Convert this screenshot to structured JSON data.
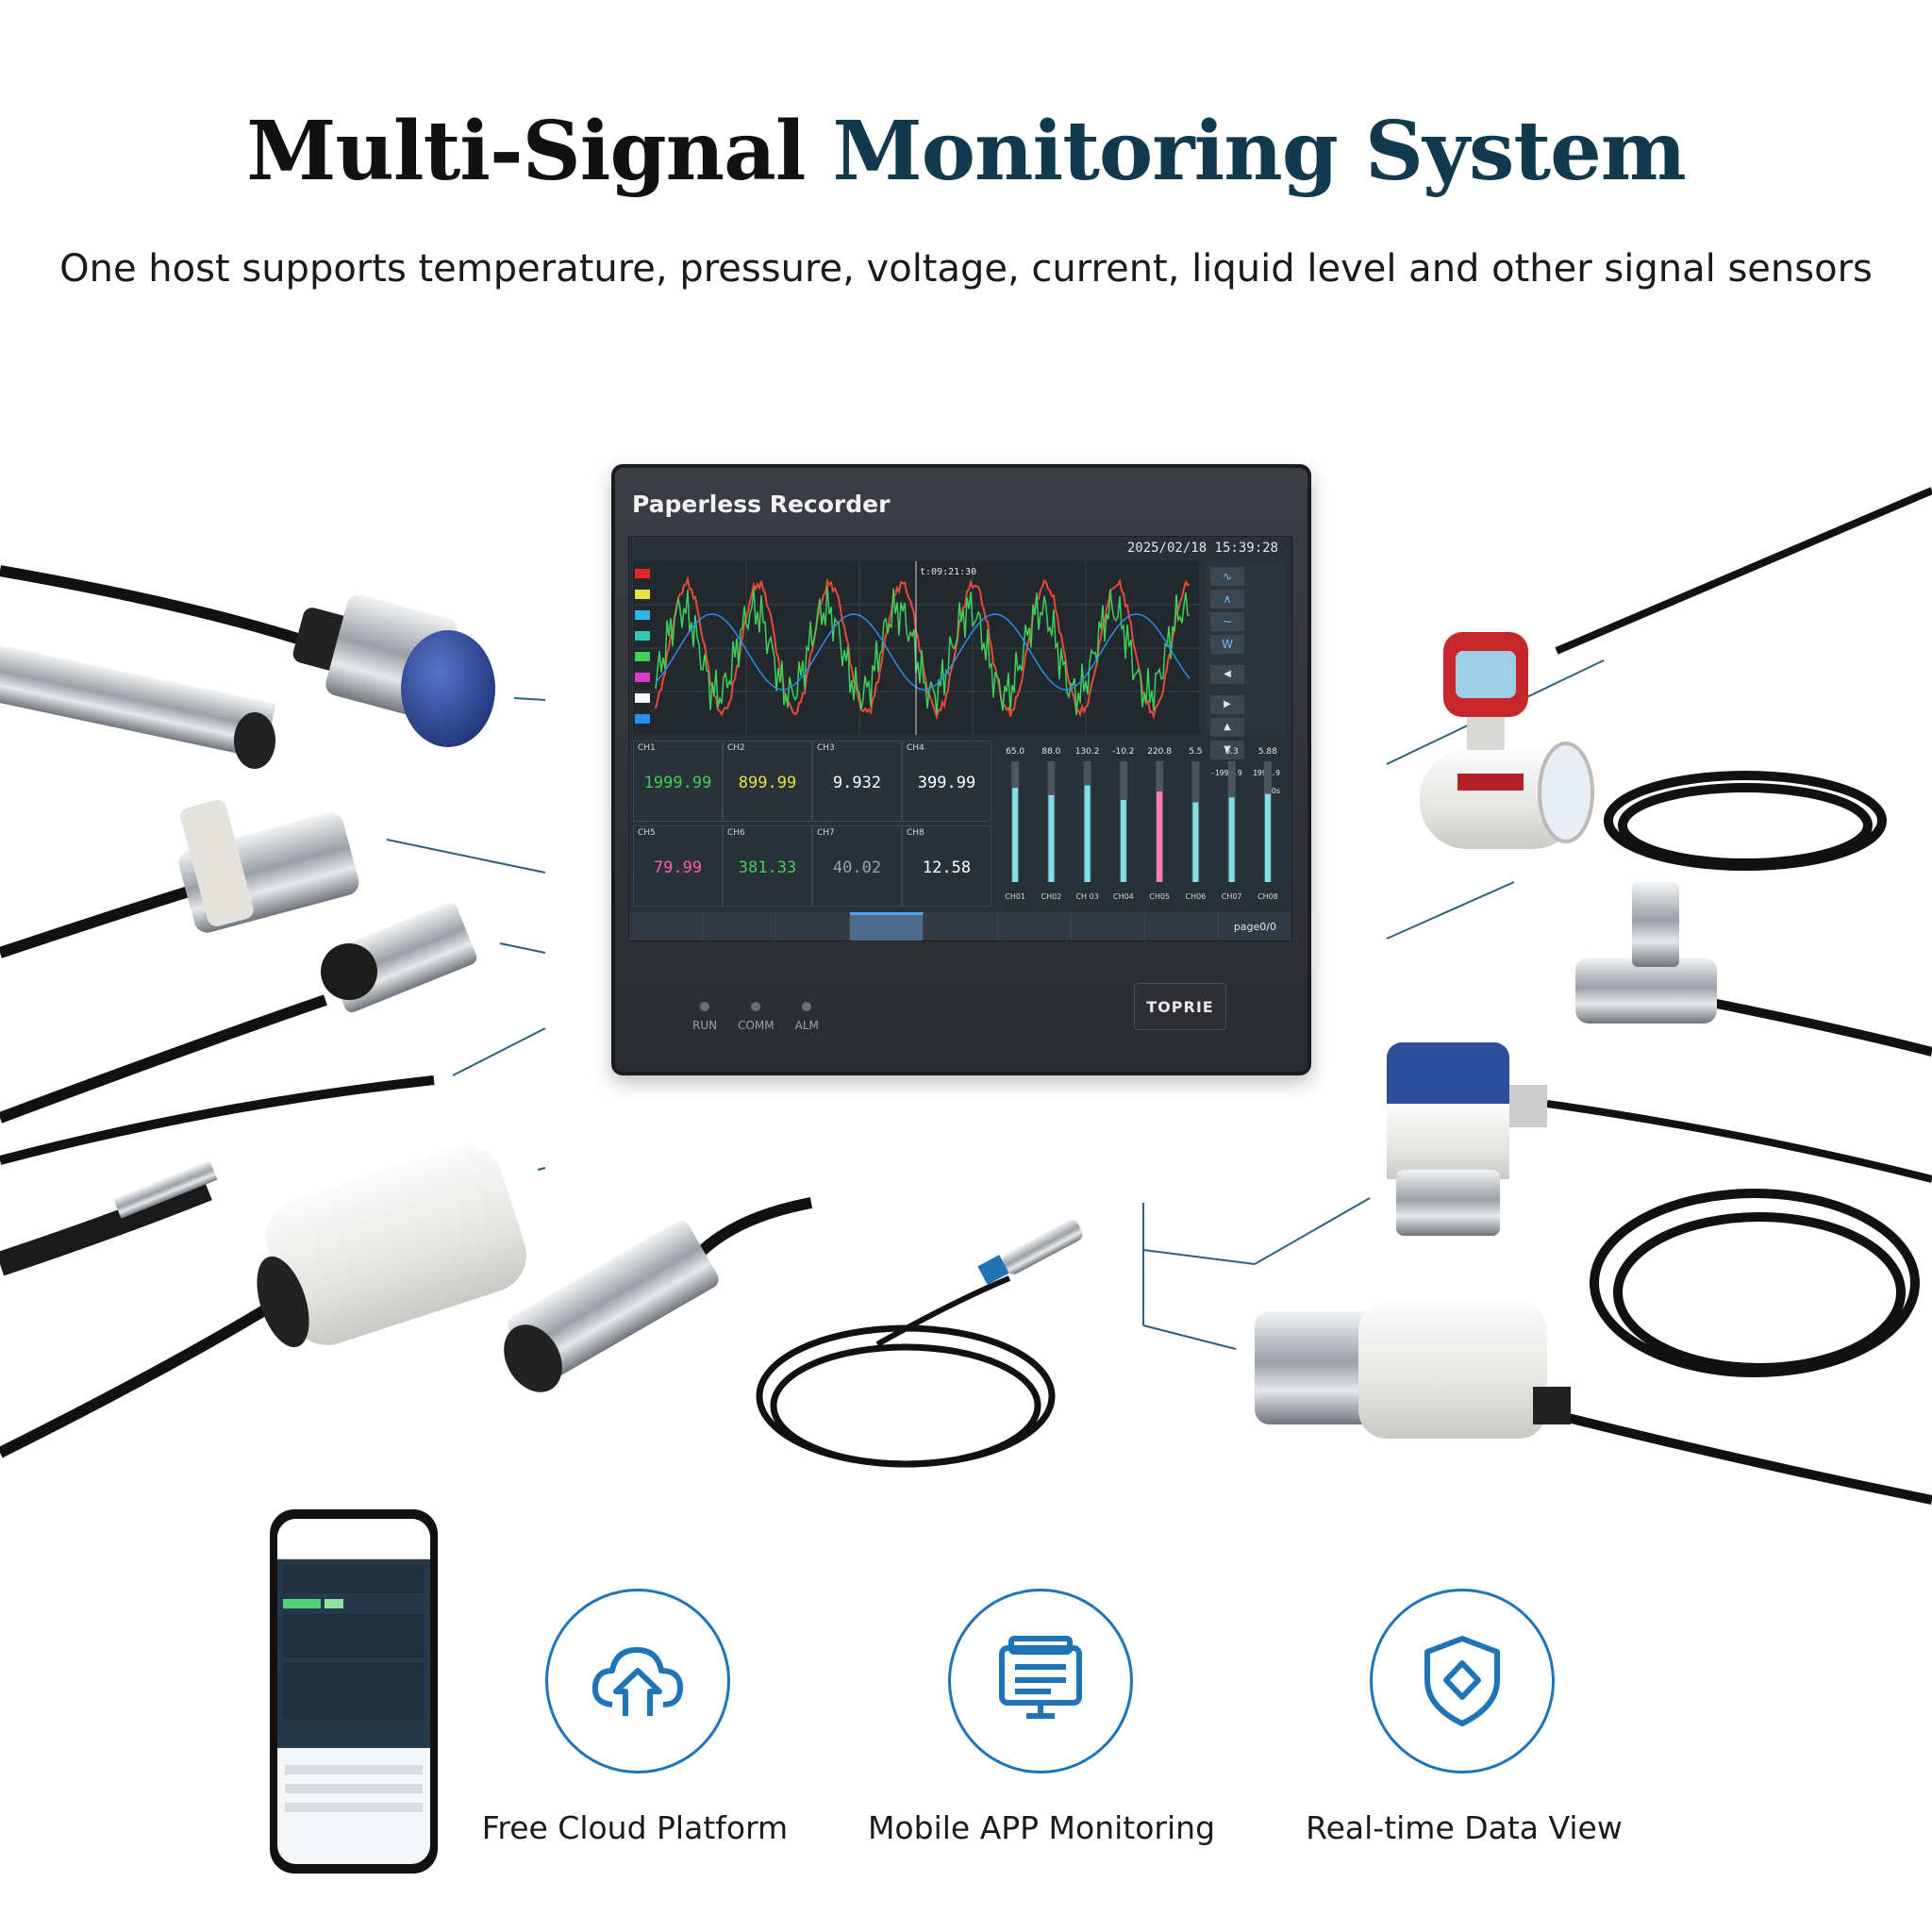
{
  "header": {
    "title_part1": "Multi-Signal",
    "title_part2": "Monitoring System",
    "subtitle": "One host supports temperature, pressure, voltage, current, liquid level and other signal sensors"
  },
  "recorder": {
    "title": "Paperless Recorder",
    "datetime": "2025/02/18 15:39:28",
    "cursor_time": "t:09:21:30",
    "brand": "TOPRIE",
    "leds": [
      "RUN",
      "COMM",
      "ALM"
    ],
    "channels_top": [
      {
        "ch": "CH1",
        "value": "1999.99",
        "color": "#3ecf5a"
      },
      {
        "ch": "CH2",
        "value": "899.99",
        "color": "#e6e33a"
      },
      {
        "ch": "CH3",
        "value": "9.932",
        "color": "#ffffff"
      },
      {
        "ch": "CH4",
        "value": "399.99",
        "color": "#ffffff"
      }
    ],
    "channels_bottom": [
      {
        "ch": "CH5",
        "value": "79.99",
        "color": "#ff5da6"
      },
      {
        "ch": "CH6",
        "value": "381.33",
        "color": "#3ecf5a"
      },
      {
        "ch": "CH7",
        "value": "40.02",
        "color": "#9aa3aa"
      },
      {
        "ch": "CH8",
        "value": "12.58",
        "color": "#ffffff"
      }
    ],
    "bar_values": [
      "65.0",
      "88.0",
      "130.2",
      "-10.2",
      "220.8",
      "5.5",
      "6.3",
      "5.88"
    ],
    "bar_labels": [
      "CH01",
      "CH02",
      "CH 03",
      "CH04",
      "CH05",
      "CH06",
      "CH07",
      "CH08"
    ],
    "bar_levels": [
      0.78,
      0.72,
      0.8,
      0.68,
      0.75,
      0.66,
      0.7,
      0.73
    ],
    "range_values": [
      "-1999.9",
      "1999.9"
    ],
    "time_value": "60s",
    "page_label": "page0/0"
  },
  "features": [
    {
      "label": "Free Cloud Platform",
      "icon": "cloud-upload-icon"
    },
    {
      "label": "Mobile APP Monitoring",
      "icon": "monitor-document-icon"
    },
    {
      "label": "Real-time Data View",
      "icon": "shield-icon"
    }
  ],
  "colors": {
    "accent": "#1f74b8",
    "title_accent": "#123a4f"
  }
}
